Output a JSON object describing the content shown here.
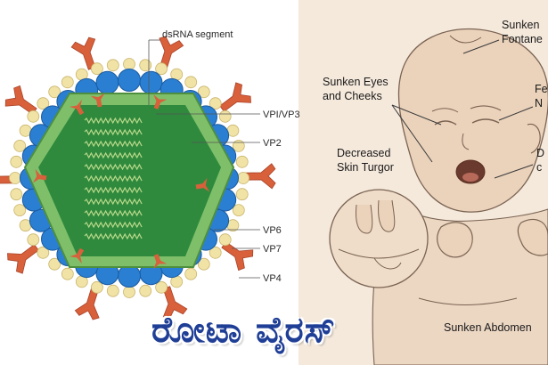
{
  "virus_diagram": {
    "labels": {
      "dsrna": "dsRNA segment",
      "vp1vp3": "VPI/VP3",
      "vp2": "VP2",
      "vp6": "VP6",
      "vp7": "VP7",
      "vp4": "VP4"
    },
    "colors": {
      "outer_bead": "#f1e3a6",
      "blue_bead": "#2a7fd2",
      "green_core": "#2f8a3e",
      "spike": "#d8603a",
      "rna": "#b9d98a"
    }
  },
  "infant_illustration": {
    "labels": {
      "sunken_fontanel": "Sunken\nFontane",
      "sunken_eyes": "Sunken Eyes\nand Cheeks",
      "right_top": "Fe\nN",
      "decreased_turgor": "Decreased\nSkin Turgor",
      "right_mid": "D\nc",
      "sunken_abdomen": "Sunken Abdomen"
    },
    "colors": {
      "background": "#f5e9dc",
      "skin": "#ead2bb",
      "line": "#7a6352"
    }
  },
  "title": {
    "text": "ರೋಟಾ ವೈರಸ್",
    "color": "#1f3e96"
  }
}
